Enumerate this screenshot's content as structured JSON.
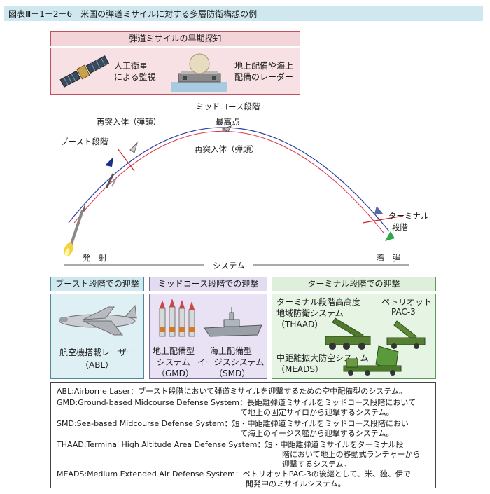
{
  "title": "図表Ⅲ－1－2－6　米国の弾道ミサイルに対する多層防衛構想の例",
  "early_detection": {
    "header": "弾道ミサイルの早期探知",
    "satellite_label_1": "人工衛星",
    "satellite_label_2": "による監視",
    "radar_label_1": "地上配備や海上",
    "radar_label_2": "配備のレーダー"
  },
  "trajectory": {
    "midcourse_phase": "ミッドコース段階",
    "apex": "最高点",
    "reentry_1": "再突入体（弾頭）",
    "reentry_2": "再突入体（弾頭）",
    "boost_phase": "ブースト段階",
    "terminal_phase_1": "ターミナル",
    "terminal_phase_2": "段階",
    "launch": "発　射",
    "impact": "着　弾",
    "system": "システム"
  },
  "systems": {
    "boost": {
      "header": "ブースト段階での迎撃",
      "label_1": "航空機搭載レーザー",
      "label_2": "（ABL）"
    },
    "midcourse": {
      "header": "ミッドコース段階での迎撃",
      "gmd_1": "地上配備型",
      "gmd_2": "システム",
      "gmd_3": "（GMD）",
      "smd_1": "海上配備型",
      "smd_2": "イージスシステム",
      "smd_3": "（SMD）"
    },
    "terminal": {
      "header": "ターミナル段階での迎撃",
      "thaad_1": "ターミナル段階高高度",
      "thaad_2": "地域防衛システム",
      "thaad_3": "（THAAD）",
      "pac_1": "ペトリオット",
      "pac_2": "PAC-3",
      "meads_1": "中距離拡大防空システム",
      "meads_2": "（MEADS）"
    }
  },
  "definitions": [
    "ABL:Airborne Laser：ブースト段階において弾道ミサイルを迎撃するための空中配備型のシステム。",
    "GMD:Ground-based Midcourse Defense System：長距離弾道ミサイルをミッドコース段階において",
    "て地上の固定サイロから迎撃するシステム。",
    "SMD:Sea-based Midcourse Defense System：短・中距離弾道ミサイルをミッドコース段階におい",
    "て海上のイージス艦から迎撃するシステム。",
    "THAAD:Terminal High Altitude Area Defense System：短・中距離弾道ミサイルをターミナル段",
    "階において地上の移動式ランチャーから",
    "迎撃するシステム。",
    "MEADS:Medium Extended Air Defense System：ペトリオットPAC-3の後継として、米、独、伊で",
    "開発中のミサイルシステム。"
  ],
  "colors": {
    "title_bg": "#cfe8ef",
    "early_bg": "#f7e1e4",
    "boost_bg": "#dff0f4",
    "mid_bg": "#e8e2f4",
    "terminal_bg": "#e6f4e4",
    "arc_blue": "#2b3f9e",
    "arc_red": "#e0334a"
  }
}
